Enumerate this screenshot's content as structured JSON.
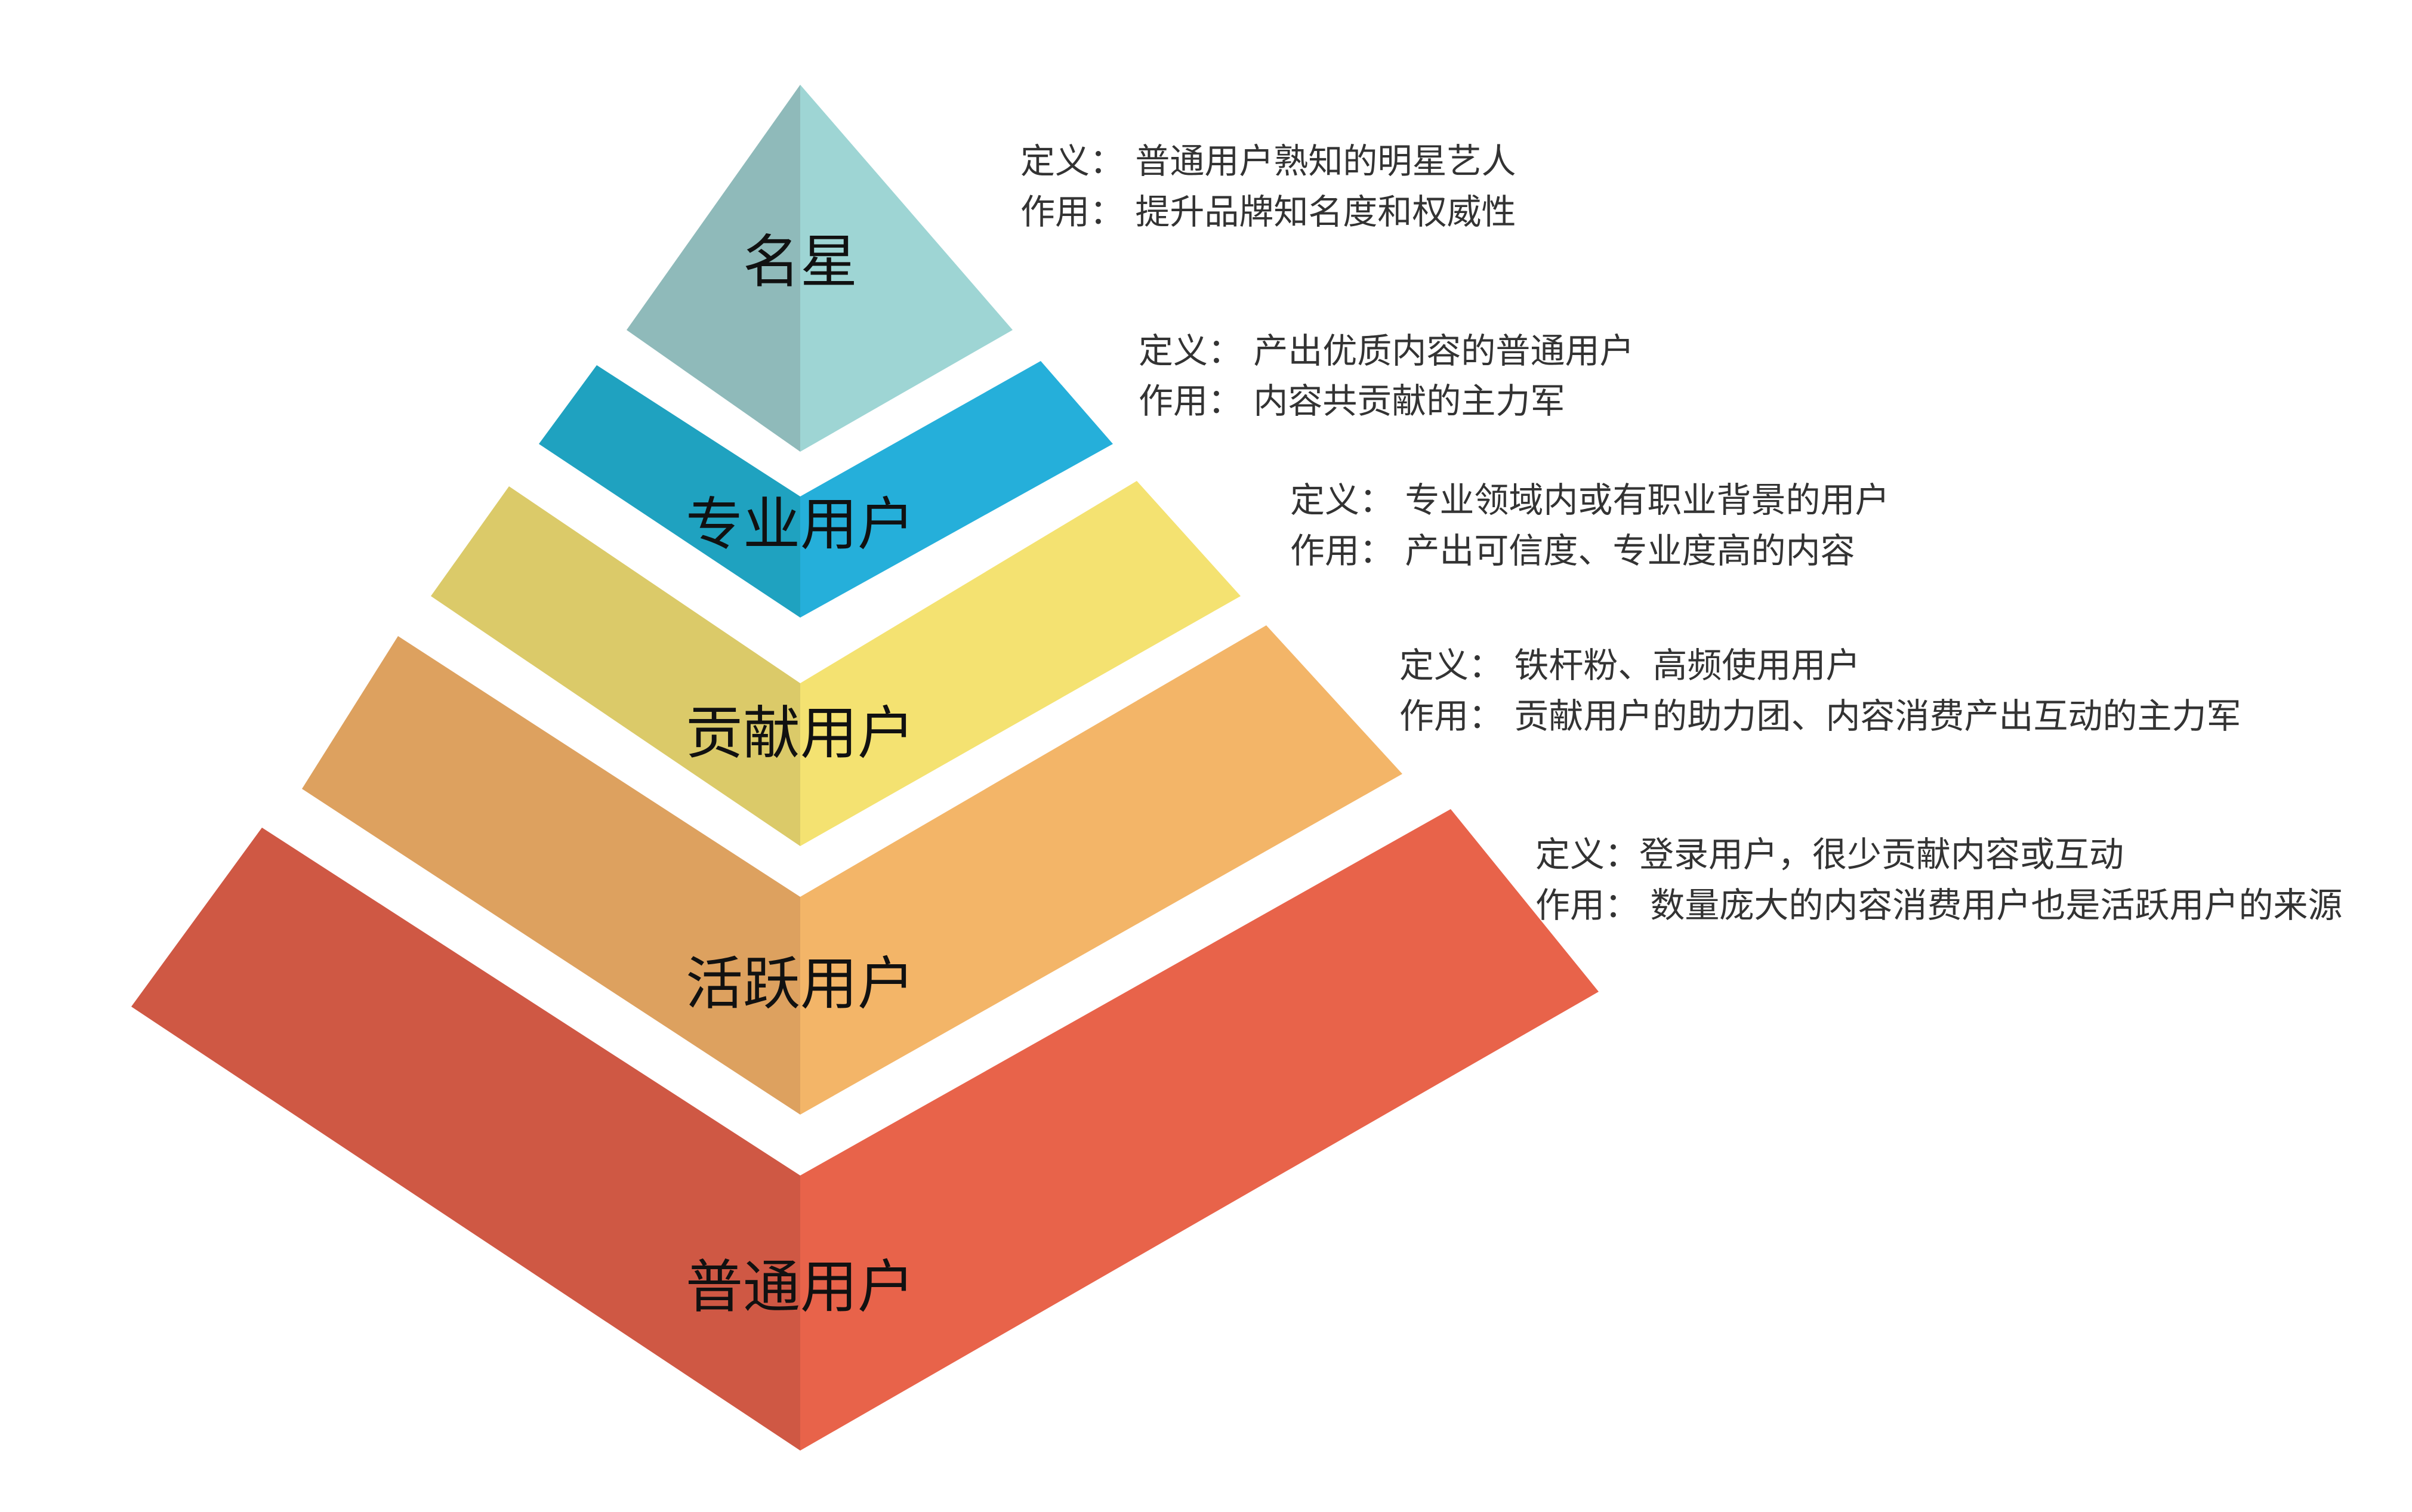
{
  "tiers": [
    {
      "label": "名星",
      "left_color": "#8FBABA",
      "right_color": "#9ED5D4",
      "definition": "定义： 普通用户熟知的明星艺人",
      "role": "作用： 提升品牌知名度和权威性"
    },
    {
      "label": "专业用户",
      "left_color": "#1FA2C0",
      "right_color": "#25AFDA",
      "definition": "定义： 产出优质内容的普通用户",
      "role": "作用： 内容共贡献的主力军"
    },
    {
      "label": "贡献用户",
      "left_color": "#DBCA69",
      "right_color": "#F4E271",
      "definition": "定义： 专业领域内或有职业背景的用户",
      "role": "作用： 产出可信度、专业度高的内容"
    },
    {
      "label": "活跃用户",
      "left_color": "#DDA15F",
      "right_color": "#F3B568",
      "definition": "定义： 铁杆粉、高频使用用户",
      "role": "作用： 贡献用户的助力团、内容消费产出互动的主力军"
    },
    {
      "label": "普通用户",
      "left_color": "#CF5844",
      "right_color": "#E8634A",
      "definition": "定义：登录用户，很少贡献内容或互动",
      "role": "作用： 数量庞大的内容消费用户也是活跃用户的来源"
    }
  ]
}
